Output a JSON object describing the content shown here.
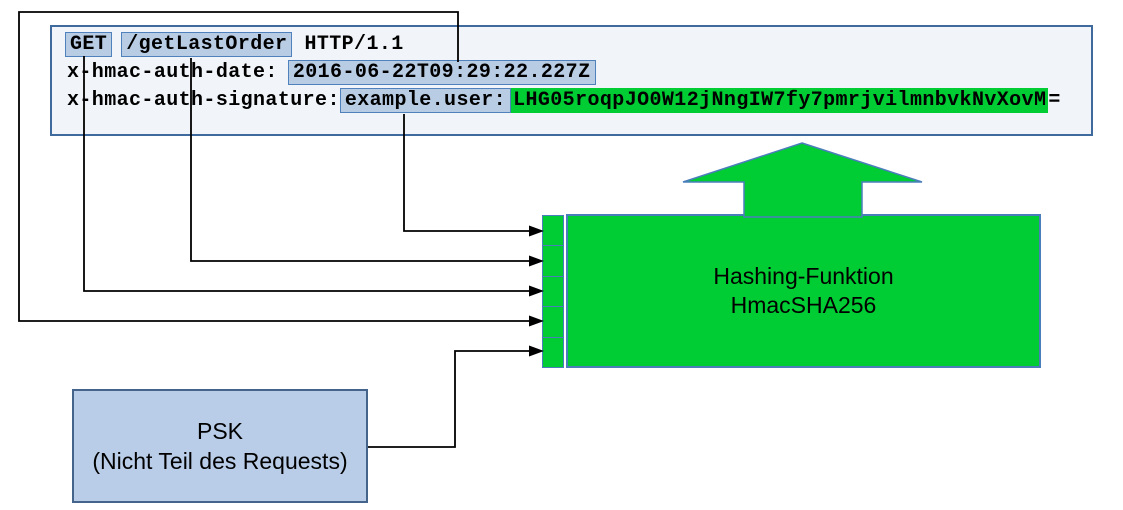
{
  "request": {
    "method": "GET",
    "path": "/getLastOrder",
    "protocol": "HTTP/1.1",
    "date_header": "x-hmac-auth-date:",
    "date_value": "2016-06-22T09:29:22.227Z",
    "signature_header": "x-hmac-auth-signature:",
    "signature_user": "example.user:",
    "signature_value": "LHG05roqpJO0W12jNngIW7fy7pmrjvilmnbvkNvXovM",
    "signature_padding": "="
  },
  "hash_function": {
    "title": "Hashing-Funktion",
    "subtitle": "HmacSHA256"
  },
  "psk": {
    "title": "PSK",
    "subtitle": "(Nicht Teil des Requests)"
  },
  "colors": {
    "request_box_fill": "#f1f5fa",
    "request_box_border": "#3e6a9d",
    "chip_fill": "#b8cce4",
    "chip_border": "#4f81bd",
    "green": "#00cc33",
    "green_border": "#4a7ebb",
    "psk_fill": "#b9cde8",
    "psk_border": "#45648c",
    "connector": "#000000"
  }
}
